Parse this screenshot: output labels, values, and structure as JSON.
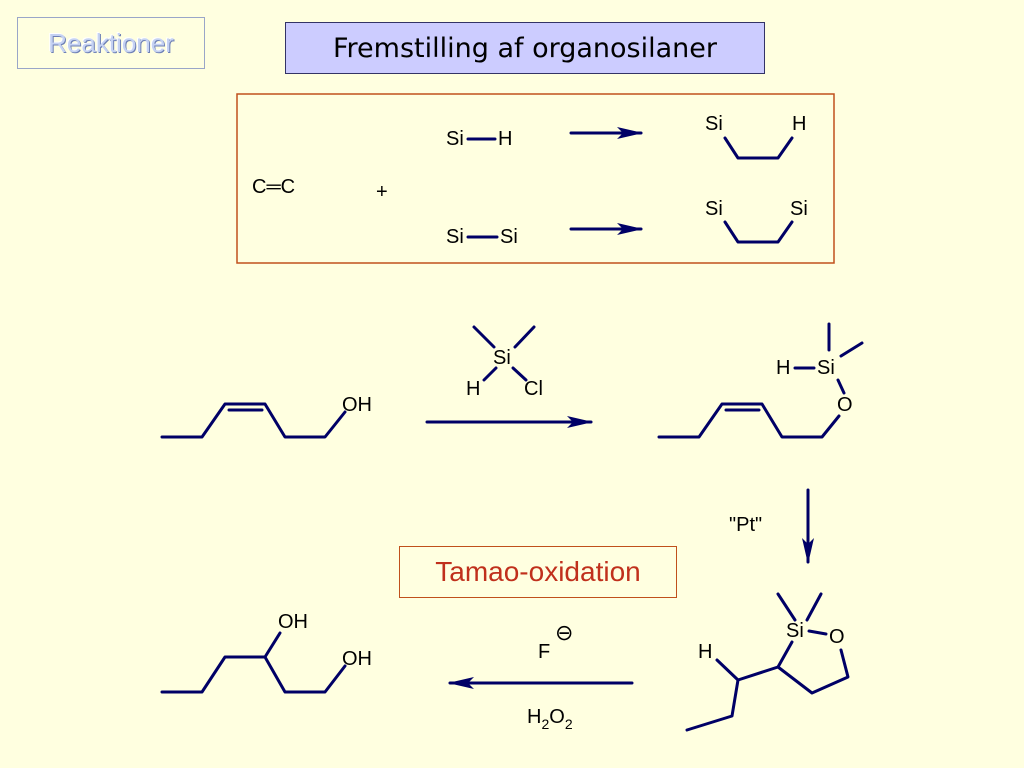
{
  "header": {
    "section_label": "Reaktioner",
    "title": "Fremstilling af organosilaner"
  },
  "scheme1": {
    "alkene": "C═C",
    "plus": "+",
    "reagent_top_left": "Si",
    "reagent_top_right": "H",
    "reagent_bottom_left": "Si",
    "reagent_bottom_right": "Si",
    "product_top_left": "Si",
    "product_top_right": "H",
    "product_bottom_left": "Si",
    "product_bottom_right": "Si"
  },
  "scheme2": {
    "start_oh": "OH",
    "reagent_si": "Si",
    "reagent_h": "H",
    "reagent_cl": "Cl",
    "silyl_ether_h": "H",
    "silyl_ether_si": "Si",
    "silyl_ether_o": "O",
    "catalyst_label": "\"Pt\"",
    "cyclic_si": "Si",
    "cyclic_o": "O",
    "cyclic_h": "H",
    "fluoride": "F",
    "fluoride_charge": "⊖",
    "peroxide_h": "H",
    "peroxide_2a": "2",
    "peroxide_o": "O",
    "peroxide_2b": "2",
    "product_oh_top": "OH",
    "product_oh_right": "OH"
  },
  "tamao_label": "Tamao-oxidation",
  "colors": {
    "background": "#ffffe0",
    "bond": "#000066",
    "title_box_fill": "#ccccff",
    "scheme_box_border": "#c0501c",
    "tamao_text": "#c0301c"
  }
}
